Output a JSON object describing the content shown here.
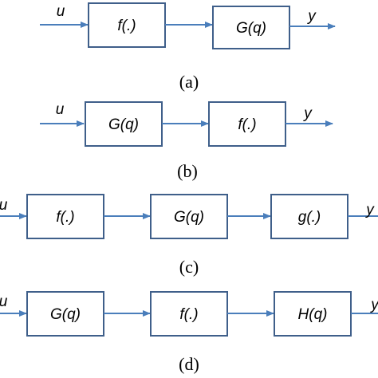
{
  "panels": [
    {
      "caption": "(a)",
      "input": "u",
      "output": "y",
      "blocks": [
        "f(.)",
        "G(q)"
      ]
    },
    {
      "caption": "(b)",
      "input": "u",
      "output": "y",
      "blocks": [
        "G(q)",
        "f(.)"
      ]
    },
    {
      "caption": "(c)",
      "input": "u",
      "output": "y",
      "blocks": [
        "f(.)",
        "G(q)",
        "g(.)"
      ]
    },
    {
      "caption": "(d)",
      "input": "u",
      "output": "y",
      "blocks": [
        "G(q)",
        "f(.)",
        "H(q)"
      ]
    }
  ],
  "colors": {
    "signal": "#4a7ebb",
    "block_border": "#3f5f8a",
    "text": "#000000"
  }
}
